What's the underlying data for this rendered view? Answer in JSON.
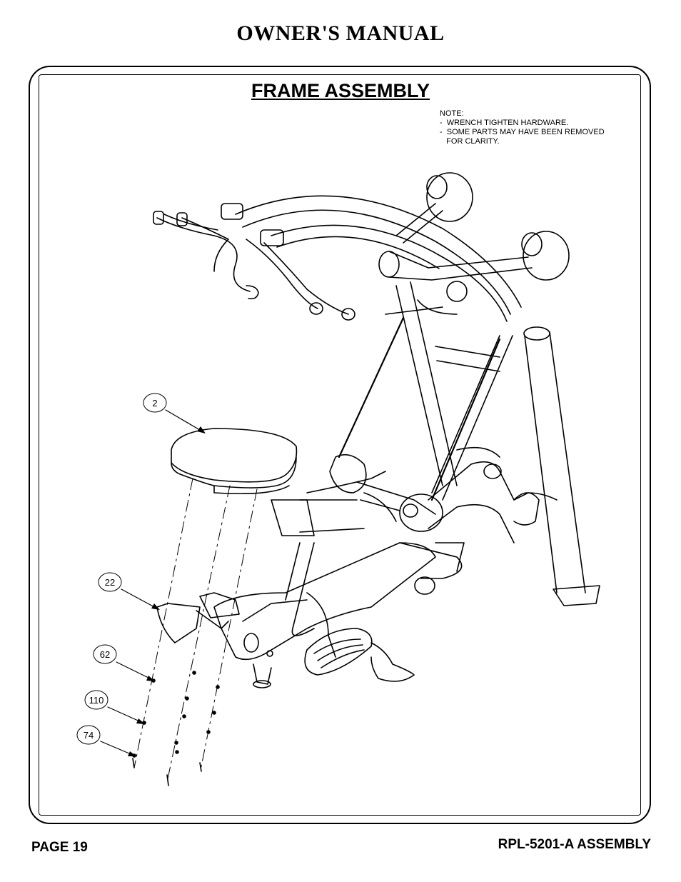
{
  "header": {
    "title": "OWNER'S MANUAL"
  },
  "section": {
    "title": "FRAME ASSEMBLY"
  },
  "note": {
    "lines": [
      "NOTE:",
      "-  WRENCH TIGHTEN HARDWARE.",
      "-  SOME PARTS MAY HAVE BEEN REMOVED",
      "   FOR CLARITY."
    ]
  },
  "callouts": [
    "2",
    "22",
    "62",
    "110",
    "74"
  ],
  "footer": {
    "page": "PAGE 19",
    "model": "RPL-5201-A ASSEMBLY"
  }
}
